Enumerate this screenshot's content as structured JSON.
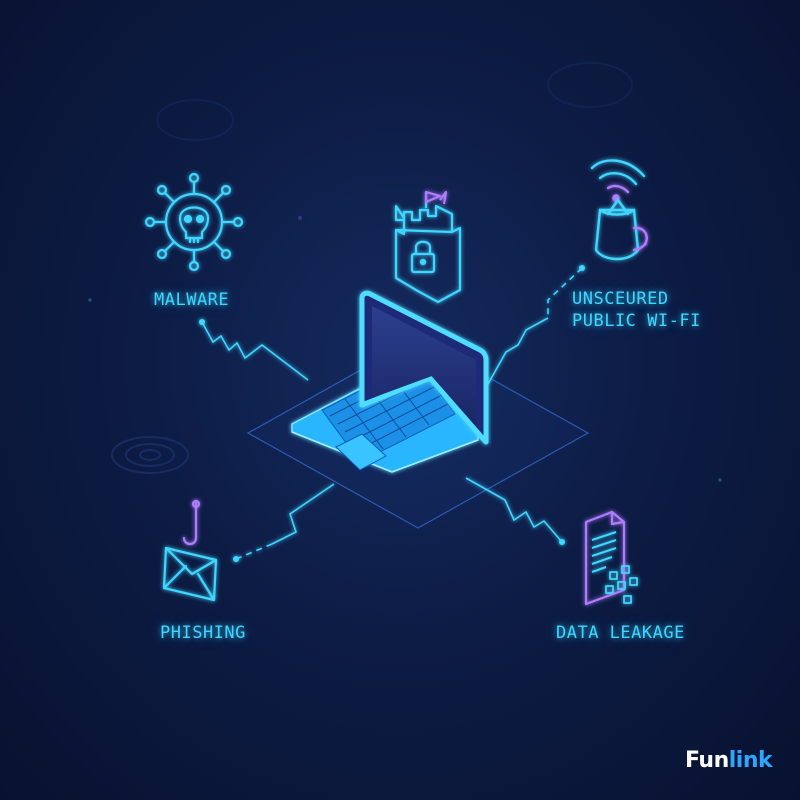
{
  "labels": {
    "malware": "MALWARE",
    "wifi_line1": "UNSCEURED",
    "wifi_line2": "PUBLIC WI-FI",
    "phishing": "PHISHING",
    "data_leakage": "DATA LEAKAGE"
  },
  "brand": {
    "part1": "Fun",
    "part2": "link"
  },
  "icons": [
    "virus-skull-icon",
    "castle-lock-icon",
    "wifi-coffee-icon",
    "laptop-icon",
    "phishing-hook-email-icon",
    "data-document-icon"
  ],
  "colors": {
    "background": "#0b1636",
    "accent_cyan": "#3fd6ff",
    "accent_purple": "#b07cff",
    "brand_blue": "#2aa8ff"
  }
}
